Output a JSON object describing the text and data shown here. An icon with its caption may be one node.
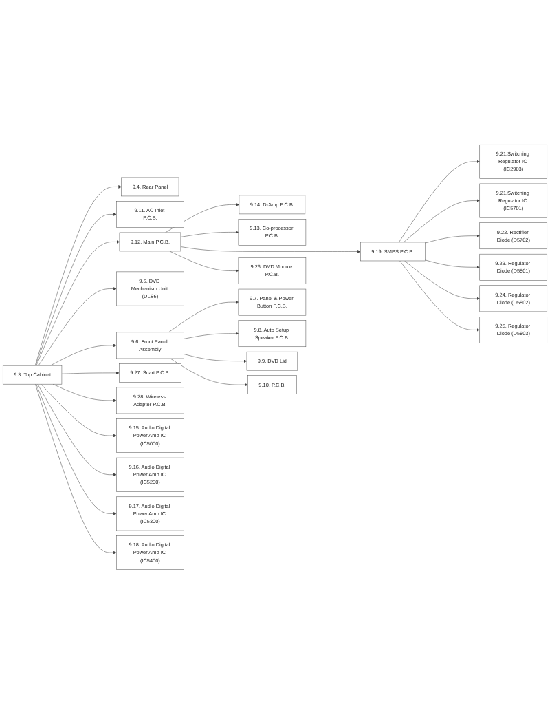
{
  "diagram": {
    "nodes": [
      {
        "text": [
          "9.3. Top Cabinet"
        ]
      },
      {
        "text": [
          "9.4. Rear Panel"
        ]
      },
      {
        "text": [
          "9.11. AC Inlet P.C.B."
        ]
      },
      {
        "text": [
          "9.12. Main P.C.B."
        ]
      },
      {
        "text": [
          "9.14. D-Amp P.C.B."
        ]
      },
      {
        "text": [
          "9.5. DVD Mechanism Unit (DLS6)"
        ]
      },
      {
        "text": [
          "9.6. Front Panel Assembly"
        ]
      },
      {
        "text": [
          "9.7. Panel & Power Button P.C.B."
        ]
      },
      {
        "text": [
          "9.8. Auto Setup Speaker P.C.B."
        ]
      },
      {
        "text": [
          "9.9. DVD Lid"
        ]
      },
      {
        "text": [
          "9.10. P.C.B."
        ]
      },
      {
        "text": [
          "9.27. Scart P.C.B."
        ]
      },
      {
        "text": [
          "9.28. Wireless Adapter P.C.B."
        ]
      },
      {
        "text": [
          "9.13. Co-processor P.C.B."
        ]
      },
      {
        "text": [
          "9.15. Audio Digital Power Amp IC (IC5000)"
        ]
      },
      {
        "text": [
          "9.16. Audio Digital Power Amp IC (IC5200)"
        ]
      },
      {
        "text": [
          "9.17. Audio Digital Power Amp IC (IC5300)"
        ]
      },
      {
        "text": [
          "9.18. Audio Digital Power Amp IC (IC5400)"
        ]
      },
      {
        "text": [
          "9.19. SMPS P.C.B."
        ]
      },
      {
        "text": [
          "9.21.Switching Regulator IC (IC2903)"
        ]
      },
      {
        "text": [
          "9.21.Switching Regulator IC (IC5701)"
        ]
      },
      {
        "text": [
          "9.22. Rectifier Diode (D5702)"
        ]
      },
      {
        "text": [
          "9.23. Regulator Diode (D5801)"
        ]
      },
      {
        "text": [
          "9.24. Regulator Diode (D5802)"
        ]
      },
      {
        "text": [
          "9.25. Regulator Diode (D5803)"
        ]
      },
      {
        "text": [
          "9.26. DVD Module P.C.B."
        ]
      }
    ],
    "edges": [
      {
        "from": 0,
        "to": 1,
        "arrow": "to"
      },
      {
        "from": 0,
        "to": 2,
        "arrow": "to"
      },
      {
        "from": 0,
        "to": 3,
        "arrow": "to"
      },
      {
        "from": 0,
        "to": 5,
        "arrow": "to"
      },
      {
        "from": 0,
        "to": 6,
        "arrow": "to"
      },
      {
        "from": 0,
        "to": 11,
        "arrow": "to"
      },
      {
        "from": 0,
        "to": 12,
        "arrow": "to"
      },
      {
        "from": 0,
        "to": 14,
        "arrow": "to"
      },
      {
        "from": 0,
        "to": 15,
        "arrow": "to"
      },
      {
        "from": 0,
        "to": 16,
        "arrow": "to"
      },
      {
        "from": 0,
        "to": 17,
        "arrow": "to"
      },
      {
        "from": 3,
        "to": 4,
        "arrow": "to"
      },
      {
        "from": 3,
        "to": 13,
        "arrow": "to"
      },
      {
        "from": 3,
        "to": 18,
        "arrow": "to"
      },
      {
        "from": 3,
        "to": 25,
        "arrow": "to"
      },
      {
        "from": 6,
        "to": 7,
        "arrow": "to"
      },
      {
        "from": 6,
        "to": 8,
        "arrow": "to"
      },
      {
        "from": 6,
        "to": 9,
        "arrow": "to"
      },
      {
        "from": 6,
        "to": 10,
        "arrow": "to"
      },
      {
        "from": 18,
        "to": 19,
        "arrow": "to"
      },
      {
        "from": 18,
        "to": 20,
        "arrow": "to"
      },
      {
        "from": 18,
        "to": 21,
        "arrow": "to"
      },
      {
        "from": 18,
        "to": 22,
        "arrow": "to"
      },
      {
        "from": 18,
        "to": 23,
        "arrow": "to"
      },
      {
        "from": 18,
        "to": 24,
        "arrow": "to"
      }
    ]
  }
}
